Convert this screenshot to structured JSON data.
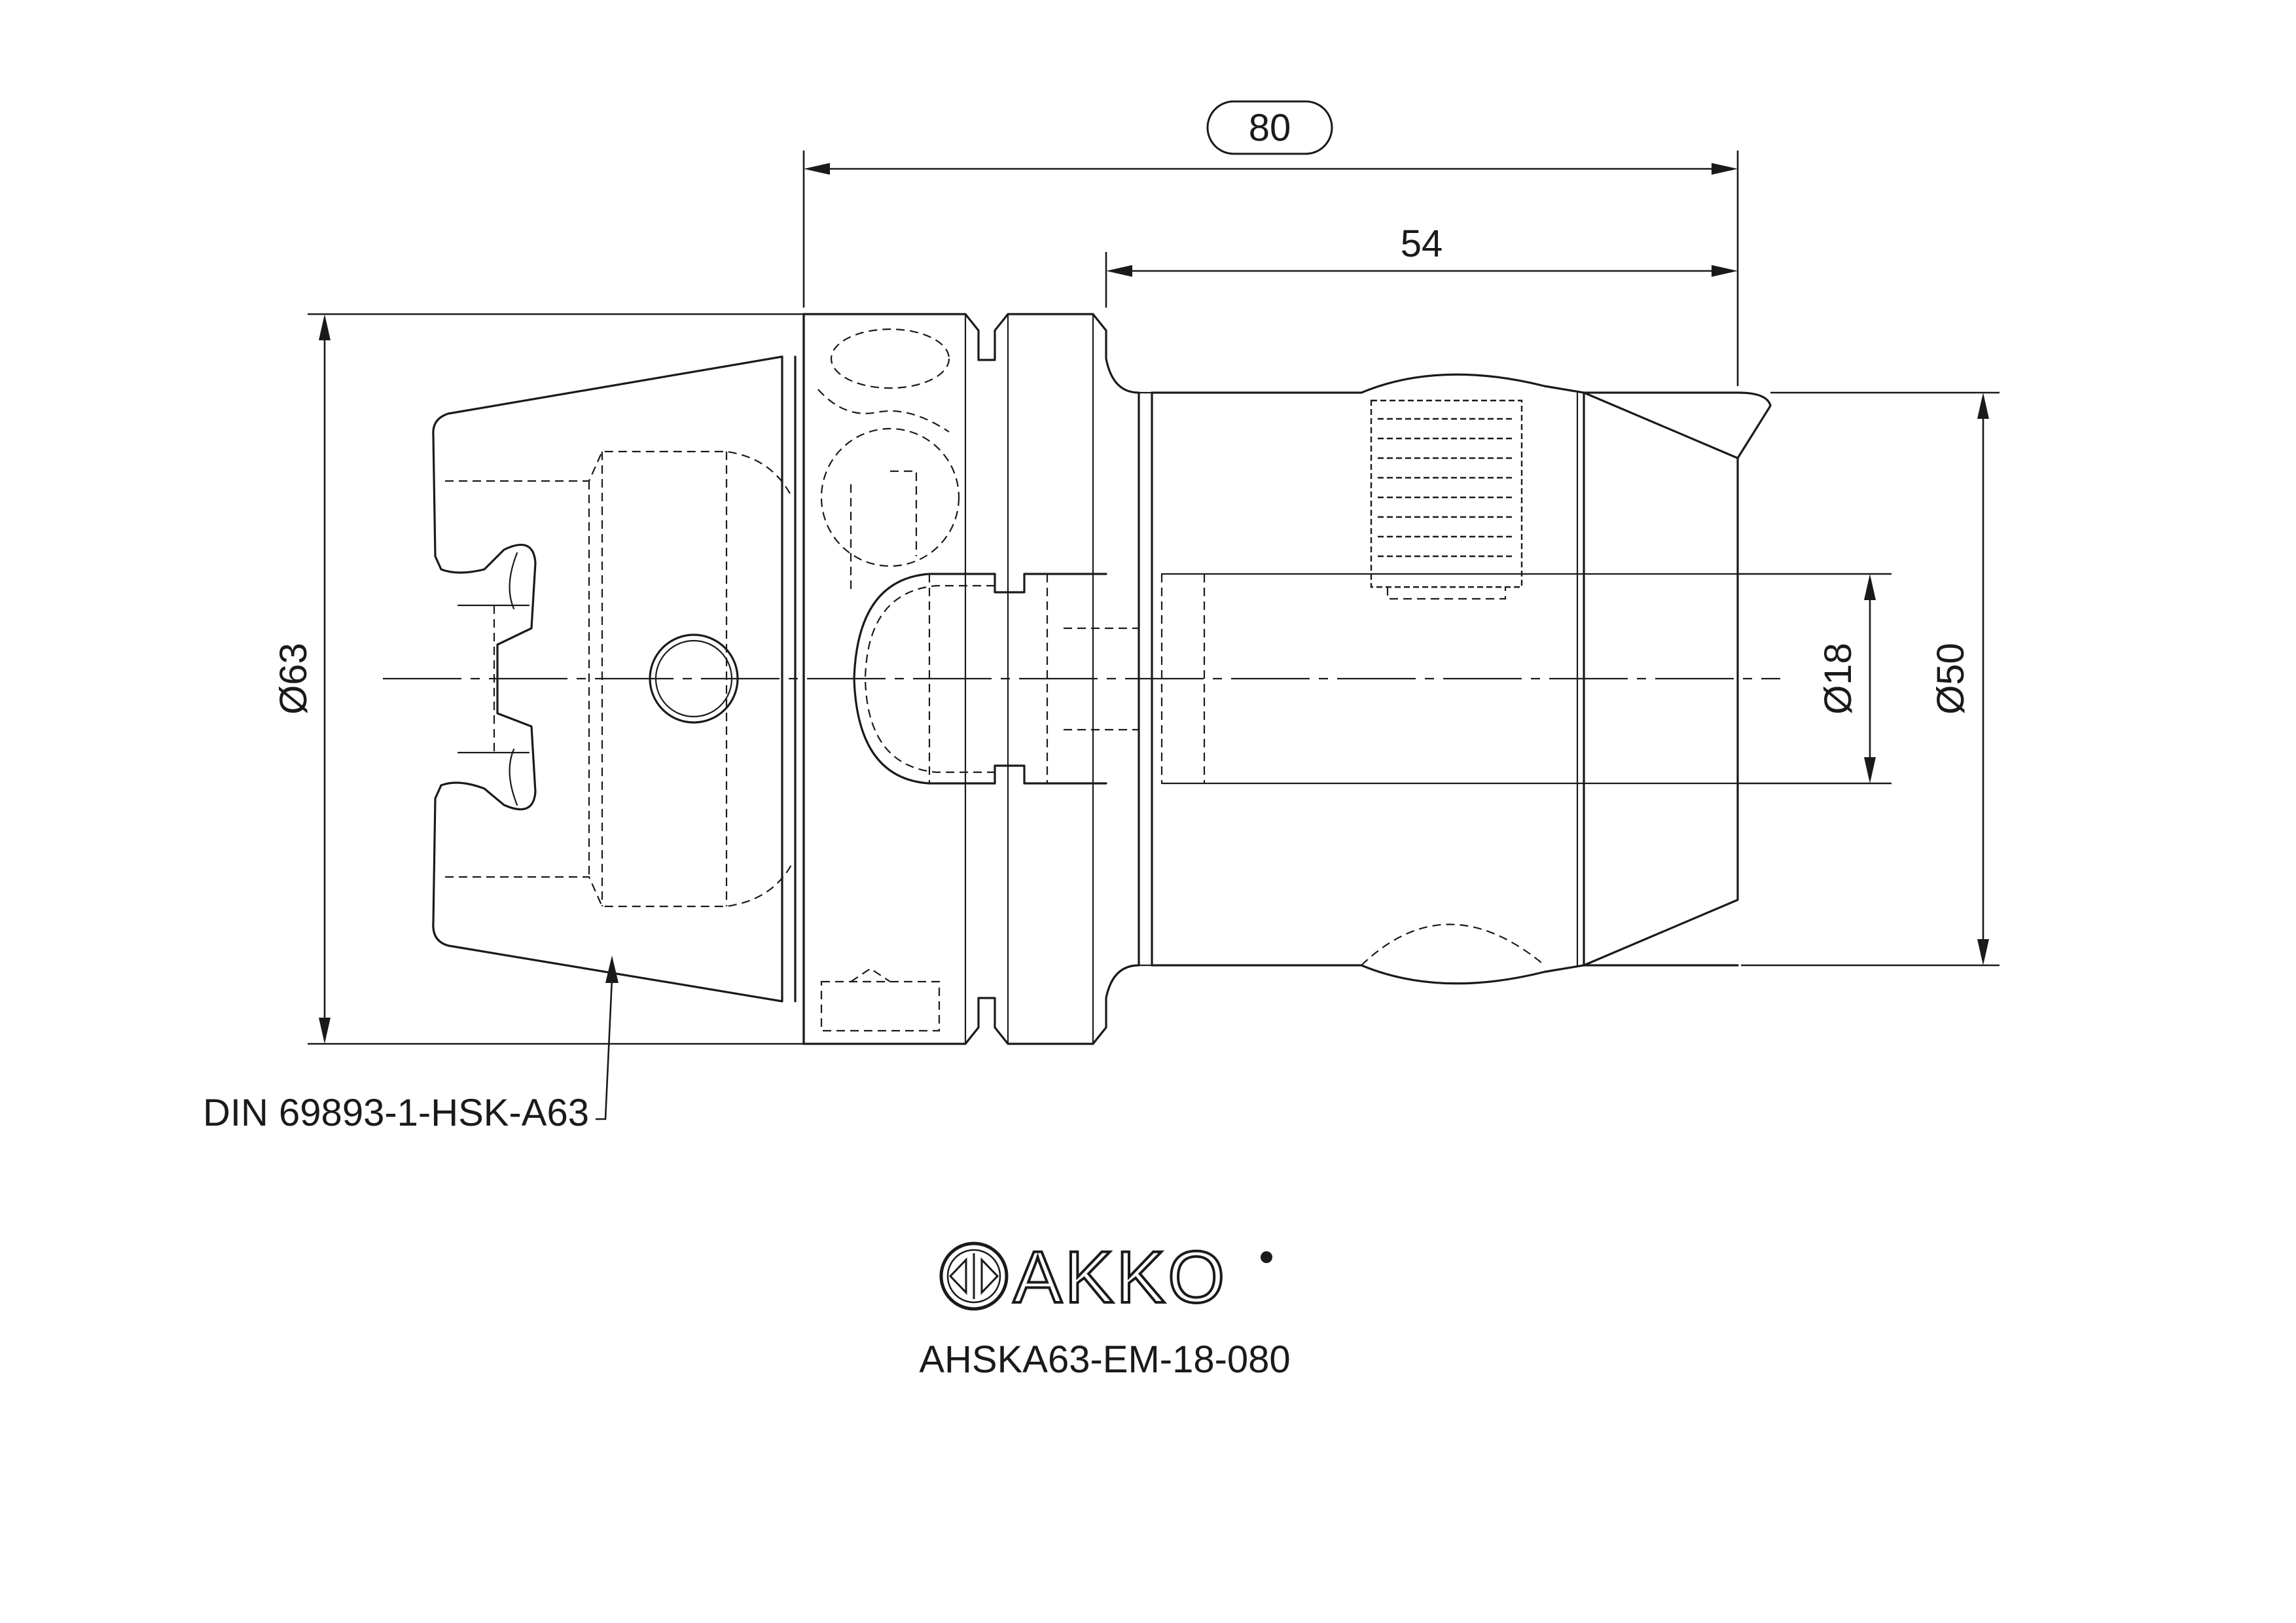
{
  "dimensions": {
    "overall_length": "80",
    "projection_length": "54",
    "flange_diameter": "Ø63",
    "clamping_bore": "Ø18",
    "body_diameter": "Ø50"
  },
  "interface_callout": "DIN 69893-1-HSK-A63",
  "brand": {
    "name": "AKKO",
    "logo_icon": "akko-emblem-icon",
    "registered_icon": "registered-mark-icon"
  },
  "part_number": "AHSKA63-EM-18-080"
}
